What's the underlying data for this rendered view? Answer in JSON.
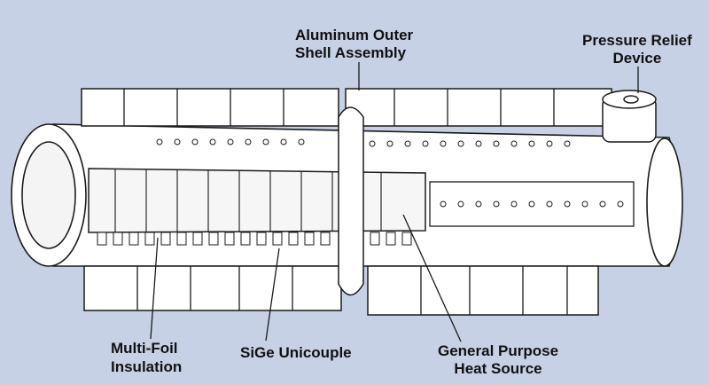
{
  "labels": {
    "outer_shell": {
      "line1": "Aluminum Outer",
      "line2": "Shell Assembly"
    },
    "relief_device": {
      "line1": "Pressure Relief",
      "line2": "Device"
    },
    "multifoil": {
      "line1": "Multi-Foil",
      "line2": "Insulation"
    },
    "unicouple": {
      "line1": "SiGe Unicouple"
    },
    "heat_source": {
      "line1": "General Purpose",
      "line2": "Heat Source"
    }
  },
  "colors": {
    "background": "#c7d1e6",
    "line": "#1a1a1a",
    "fill": "#ffffff"
  }
}
